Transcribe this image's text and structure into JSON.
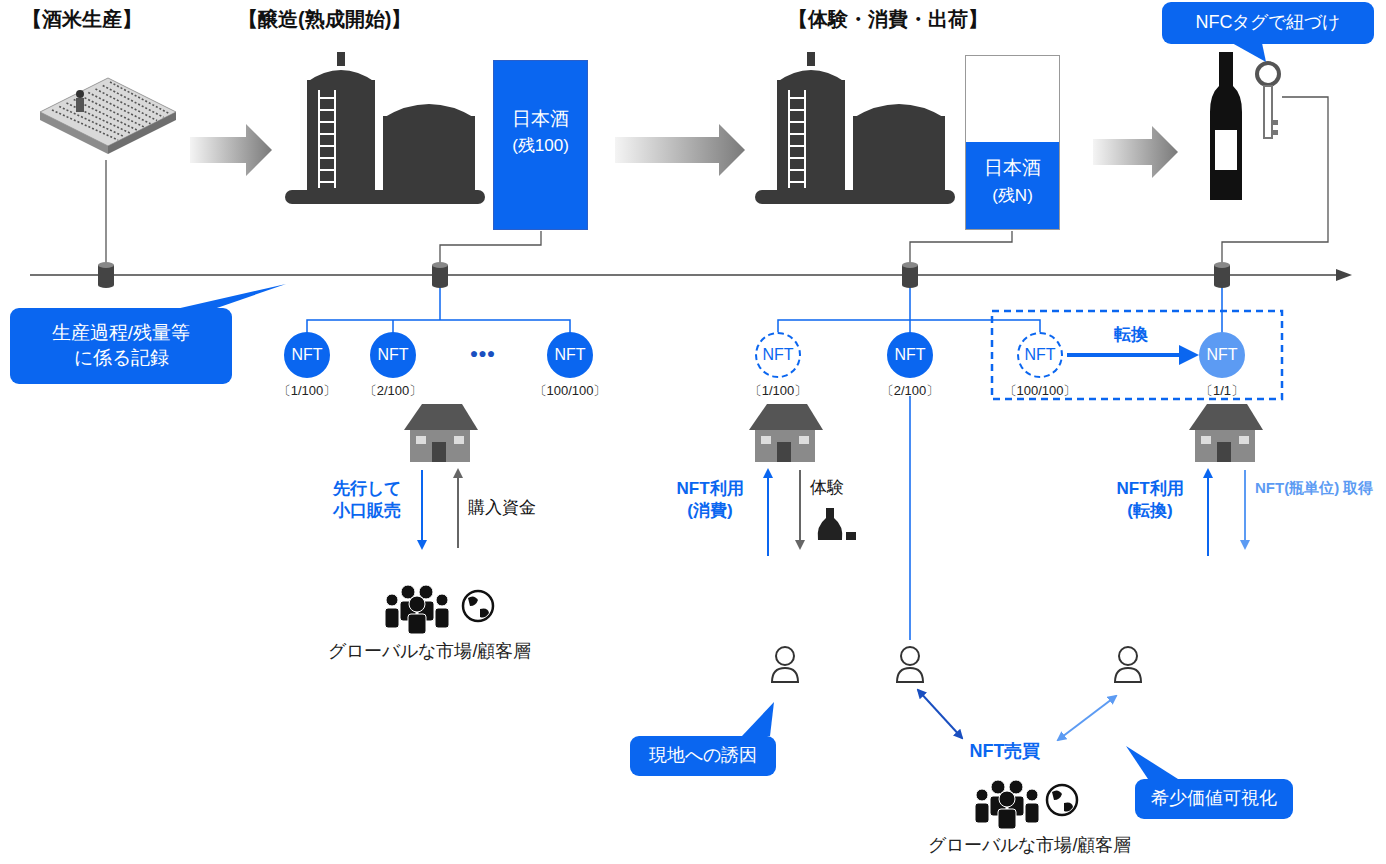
{
  "diagram": {
    "nodes": [
      {
        "text": [
          "NFCタグで紐づけ"
        ]
      },
      {
        "text": [
          "日本酒",
          "(残100)"
        ]
      },
      {
        "text": [
          "日本酒",
          "(残N)"
        ]
      },
      {
        "text": [
          "生産過程/残量等 に係る記録"
        ]
      },
      {
        "text": [
          "NFT",
          "〔1/100〕"
        ]
      },
      {
        "text": [
          "NFT",
          "〔2/100〕"
        ]
      },
      {
        "text": [
          "NFT",
          "〔100/100〕"
        ]
      },
      {
        "text": [
          "NFT",
          "〔1/100〕"
        ]
      },
      {
        "text": [
          "NFT",
          "〔2/100〕"
        ]
      },
      {
        "text": [
          "NFT",
          "〔100/100〕"
        ]
      },
      {
        "text": [
          "NFT",
          "〔1/1〕"
        ]
      },
      {
        "text": [
          "現地への誘因"
        ]
      },
      {
        "text": [
          "希少価値可視化"
        ]
      }
    ],
    "edges": [
      {
        "from": 9,
        "to": 10,
        "label": "転換",
        "arrow": "to"
      }
    ],
    "labels": [
      "【酒米生産】",
      "【醸造(熟成開始)】",
      "【体験・消費・出荷】",
      "●●●",
      "先行して 小口販売",
      "購入資金",
      "グローバルな市場/顧客層",
      "NFT利用 (消費)",
      "体験",
      "NFT売買",
      "NFT利用 (転換)",
      "NFT(瓶単位) 取得",
      "グローバルな市場/顧客層"
    ]
  }
}
